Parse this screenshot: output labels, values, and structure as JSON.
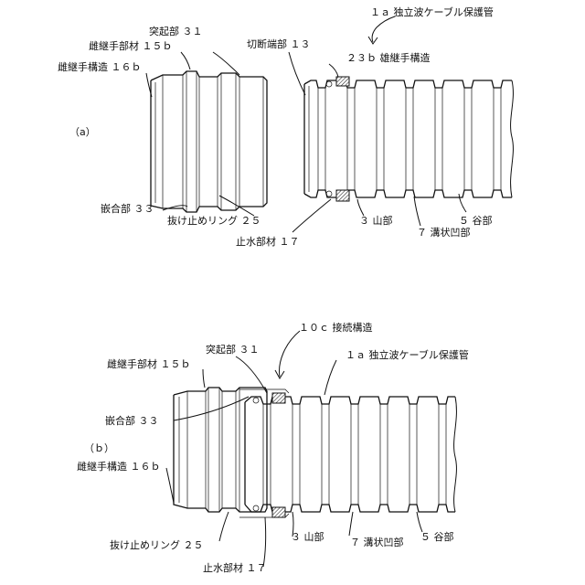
{
  "figure_a": {
    "panel_label": "（a）",
    "labels": {
      "protection_pipe": "１ａ 独立波ケーブル保護管",
      "protrusion": "突起部 ３１",
      "female_joint_member": "雌継手部材 １５ｂ",
      "female_joint_structure": "雌継手構造 １６ｂ",
      "cut_end": "切断端部 １３",
      "male_joint_structure": "２３ｂ 雄継手構造",
      "fitting_part": "嵌合部 ３３",
      "retaining_ring": "抜け止めリング ２５",
      "waterproof_member": "止水部材 １７",
      "crest": "３ 山部",
      "groove": "７ 溝状凹部",
      "trough": "５ 谷部"
    }
  },
  "figure_b": {
    "panel_label": "（ｂ）",
    "labels": {
      "connection_structure": "１０ｃ 接続構造",
      "protrusion": "突起部 ３１",
      "protection_pipe": "１ａ 独立波ケーブル保護管",
      "female_joint_member": "雌継手部材 １５ｂ",
      "fitting_part": "嵌合部 ３３",
      "female_joint_structure": "雌継手構造 １６ｂ",
      "retaining_ring": "抜け止めリング ２５",
      "crest": "３ 山部",
      "groove": "７ 溝状凹部",
      "trough": "５ 谷部",
      "waterproof_member": "止水部材 １７"
    }
  },
  "colors": {
    "line": "#111111",
    "background": "#ffffff"
  }
}
